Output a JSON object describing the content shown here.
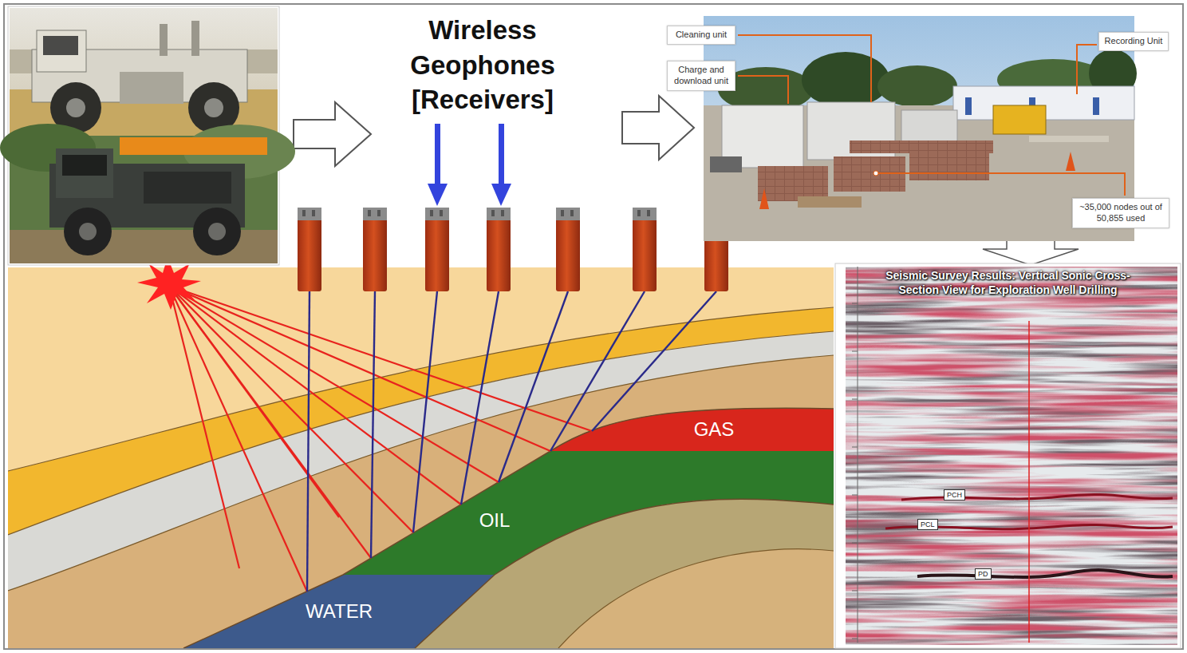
{
  "diagram": {
    "title": "Wireless Geophones [Receivers]",
    "nodes": [
      {
        "text": [
          "GAS"
        ]
      },
      {
        "text": [
          "OIL"
        ]
      },
      {
        "text": [
          "WATER"
        ]
      },
      {
        "text": [
          "Cleaning unit"
        ]
      },
      {
        "text": [
          "Charge and download unit"
        ]
      },
      {
        "text": [
          "Recording Unit"
        ]
      },
      {
        "text": [
          "~35,000 nodes out of 50,855 used"
        ]
      },
      {
        "text": [
          "Seismic Survey Results: Vertical Sonic Cross-Section View for Exploration Well Drilling"
        ]
      }
    ],
    "labels": [
      "PCH",
      "PCL",
      "PD"
    ]
  }
}
